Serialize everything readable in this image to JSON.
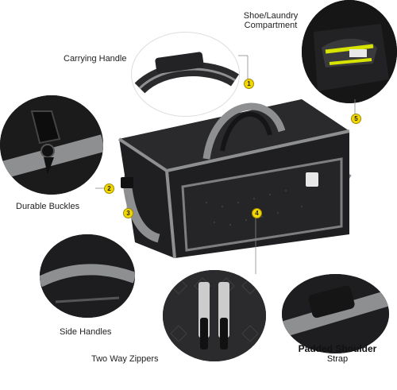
{
  "callouts": {
    "carrying_handle": "Carrying Handle",
    "shoe_compartment_line1": "Shoe/Laundry",
    "shoe_compartment_line2": "Compartment",
    "durable_buckles": "Durable Buckles",
    "side_handles": "Side Handles",
    "two_way_zippers": "Two Way Zippers",
    "padded_strap_line1": "Padded Shoulder",
    "padded_strap_line2": "Strap"
  },
  "badges": [
    "1",
    "2",
    "3",
    "4",
    "5"
  ],
  "colors": {
    "bag": "#1f1f21",
    "trim": "#8e8f91",
    "badge": "#f2d600",
    "shoe_accent": "#d7e400"
  }
}
